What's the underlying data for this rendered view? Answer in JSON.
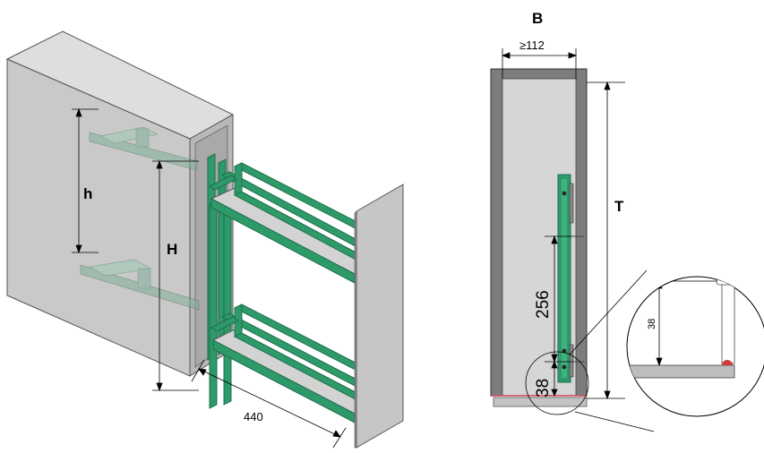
{
  "colors": {
    "cabinet_face": "#c9c9c9",
    "cabinet_top": "#dedede",
    "cabinet_side": "#b5b5b5",
    "steel_frame": "#2e9a6a",
    "steel_frame_dark": "#1f6f4c",
    "shelf_floor": "#d3d3d3",
    "wall_profile": "#7d7d7d",
    "wall_inner": "#d6d6d6",
    "marker_red": "#d23b3b"
  },
  "labels": {
    "h": "h",
    "H": "H",
    "depth": "440",
    "B": "B",
    "width_min": "≥112",
    "T": "T",
    "pitch": "256",
    "base_gap": "38",
    "detail_gap": "38"
  }
}
